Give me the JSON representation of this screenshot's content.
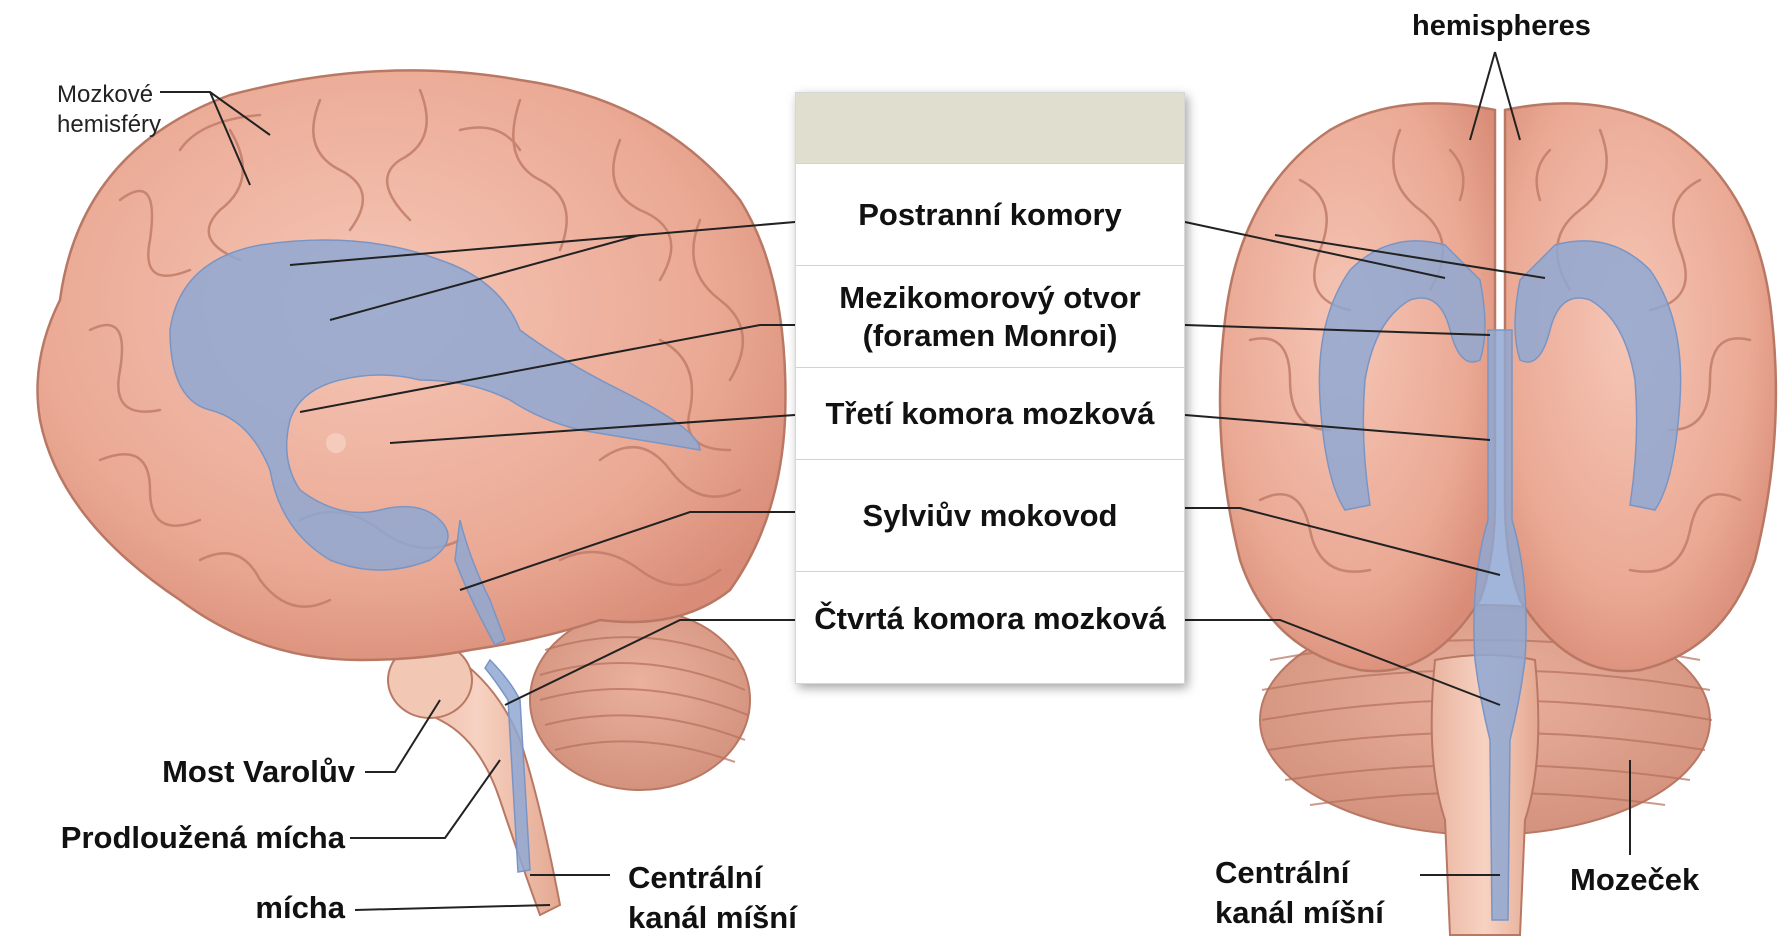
{
  "left_view": {
    "hemispheres_label": [
      "Mozkové",
      "hemisféry"
    ],
    "pons_label": "Most Varolův",
    "medulla_label": "Prodloužená mícha",
    "spinal_cord_label": "mícha",
    "central_canal_label": [
      "Centrální",
      "kanál míšní"
    ]
  },
  "legend": {
    "rows": [
      "Postranní komory",
      "Mezikomorový otvor",
      "(foramen Monroi)",
      "Třetí komora mozková",
      "Sylviův mokovod",
      "Čtvrtá komora mozková"
    ]
  },
  "right_view": {
    "hemispheres_label": "hemispheres",
    "central_canal_label": [
      "Centrální",
      "kanál míšní"
    ],
    "cerebellum_label": "Mozeček"
  },
  "colors": {
    "brain_tissue": "#eeb3a2",
    "ventricles": "#8fa8d2",
    "cerebellum": "#e2a48e",
    "legend_header": "#e0dfcf"
  }
}
